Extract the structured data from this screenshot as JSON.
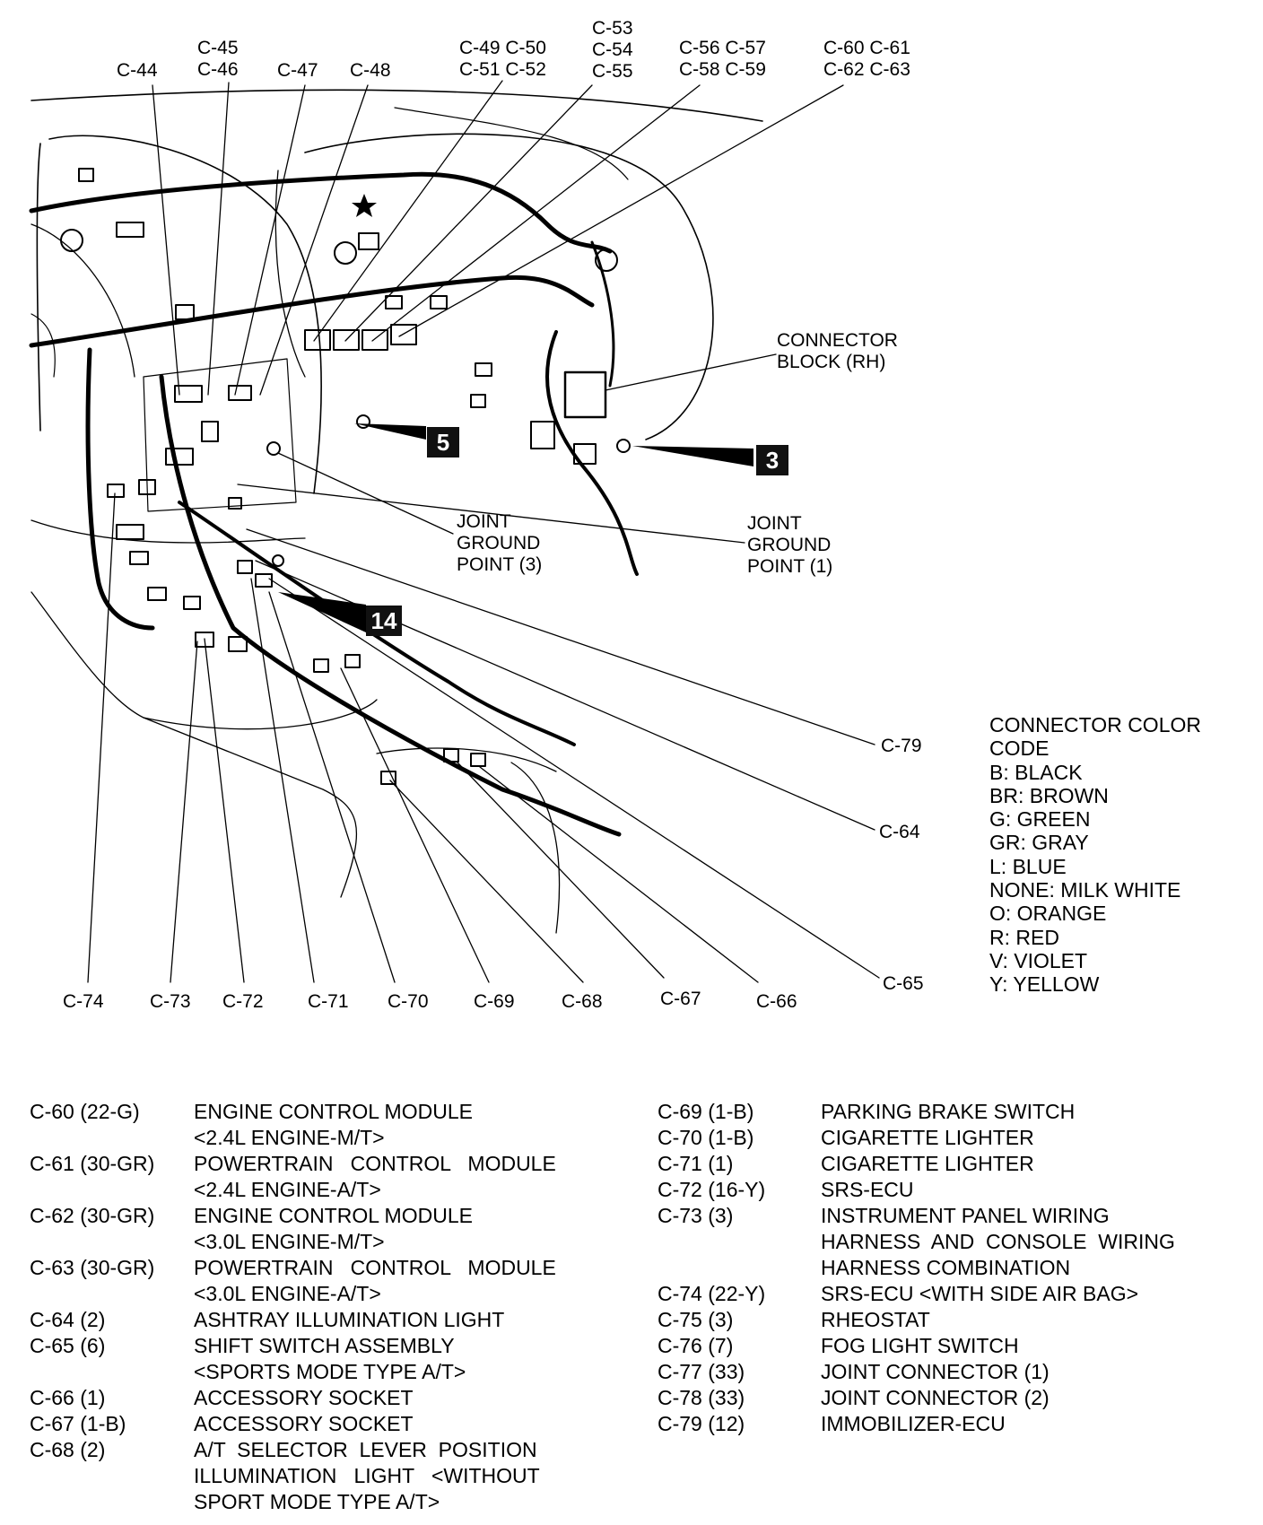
{
  "callouts_top": {
    "c44": "C-44",
    "c45": "C-45",
    "c46": "C-46",
    "c47": "C-47",
    "c48": "C-48",
    "c49_50": "C-49 C-50",
    "c51_52": "C-51 C-52",
    "c53": "C-53",
    "c54": "C-54",
    "c55": "C-55",
    "c56_57": "C-56 C-57",
    "c58_59": "C-58 C-59",
    "c60_61": "C-60 C-61",
    "c62_63": "C-62 C-63"
  },
  "callouts_side": {
    "connector_block": "CONNECTOR\nBLOCK (RH)",
    "joint_ground_3": "JOINT\nGROUND\nPOINT (3)",
    "joint_ground_1": "JOINT\nGROUND\nPOINT (1)",
    "c79": "C-79",
    "c64": "C-64",
    "c65": "C-65"
  },
  "markers": {
    "m5": "5",
    "m3": "3",
    "m14": "14"
  },
  "callouts_bottom": [
    "C-74",
    "C-73",
    "C-72",
    "C-71",
    "C-70",
    "C-69",
    "C-68",
    "C-67",
    "C-66"
  ],
  "legend": {
    "title_line1": "CONNECTOR COLOR",
    "title_line2": "CODE",
    "items": [
      "B: BLACK",
      "BR: BROWN",
      "G: GREEN",
      "GR: GRAY",
      "L: BLUE",
      "NONE: MILK WHITE",
      "O: ORANGE",
      "R: RED",
      "V: VIOLET",
      "Y: YELLOW"
    ]
  },
  "table_left": [
    {
      "code": "C-60 (22-G)",
      "desc": "ENGINE CONTROL MODULE\n<2.4L ENGINE-M/T>"
    },
    {
      "code": "C-61 (30-GR)",
      "desc": "POWERTRAIN   CONTROL   MODULE\n<2.4L ENGINE-A/T>"
    },
    {
      "code": "C-62 (30-GR)",
      "desc": "ENGINE CONTROL MODULE\n<3.0L ENGINE-M/T>"
    },
    {
      "code": "C-63 (30-GR)",
      "desc": "POWERTRAIN   CONTROL   MODULE\n<3.0L ENGINE-A/T>"
    },
    {
      "code": "C-64 (2)",
      "desc": "ASHTRAY ILLUMINATION LIGHT"
    },
    {
      "code": "C-65 (6)",
      "desc": "SHIFT SWITCH ASSEMBLY\n<SPORTS MODE TYPE A/T>"
    },
    {
      "code": "C-66 (1)",
      "desc": "ACCESSORY SOCKET"
    },
    {
      "code": "C-67 (1-B)",
      "desc": "ACCESSORY SOCKET"
    },
    {
      "code": "C-68 (2)",
      "desc": "A/T  SELECTOR  LEVER  POSITION\nILLUMINATION   LIGHT   <WITHOUT\nSPORT MODE TYPE A/T>"
    }
  ],
  "table_right": [
    {
      "code": "C-69 (1-B)",
      "desc": "PARKING BRAKE SWITCH"
    },
    {
      "code": "C-70 (1-B)",
      "desc": "CIGARETTE LIGHTER"
    },
    {
      "code": "C-71 (1)",
      "desc": "CIGARETTE LIGHTER"
    },
    {
      "code": "C-72 (16-Y)",
      "desc": "SRS-ECU"
    },
    {
      "code": "C-73 (3)",
      "desc": "INSTRUMENT PANEL WIRING\nHARNESS  AND  CONSOLE  WIRING\nHARNESS COMBINATION"
    },
    {
      "code": "C-74 (22-Y)",
      "desc": "SRS-ECU <WITH SIDE AIR BAG>"
    },
    {
      "code": "C-75 (3)",
      "desc": "RHEOSTAT"
    },
    {
      "code": "C-76 (7)",
      "desc": "FOG LIGHT SWITCH"
    },
    {
      "code": "C-77 (33)",
      "desc": "JOINT CONNECTOR (1)"
    },
    {
      "code": "C-78 (33)",
      "desc": "JOINT CONNECTOR (2)"
    },
    {
      "code": "C-79 (12)",
      "desc": "IMMOBILIZER-ECU"
    }
  ]
}
